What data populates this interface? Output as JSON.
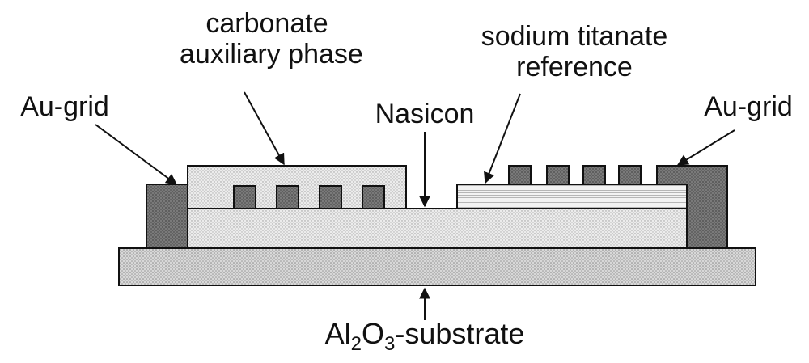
{
  "labels": {
    "carbonate": [
      "carbonate",
      "auxiliary phase"
    ],
    "titanate": [
      "sodium titanate",
      "reference"
    ],
    "au_grid_left": "Au-grid",
    "au_grid_right": "Au-grid",
    "nasicon": "Nasicon",
    "substrate": {
      "part1": "Al",
      "sub1": "2",
      "part2": "O",
      "sub2": "3",
      "part3": "-substrate"
    }
  },
  "colors": {
    "au_grid_fill": "#6e6e6e",
    "light_stipple": "#d4d4d4",
    "substrate_fill": "#c9c9c9",
    "outline": "#111111"
  }
}
